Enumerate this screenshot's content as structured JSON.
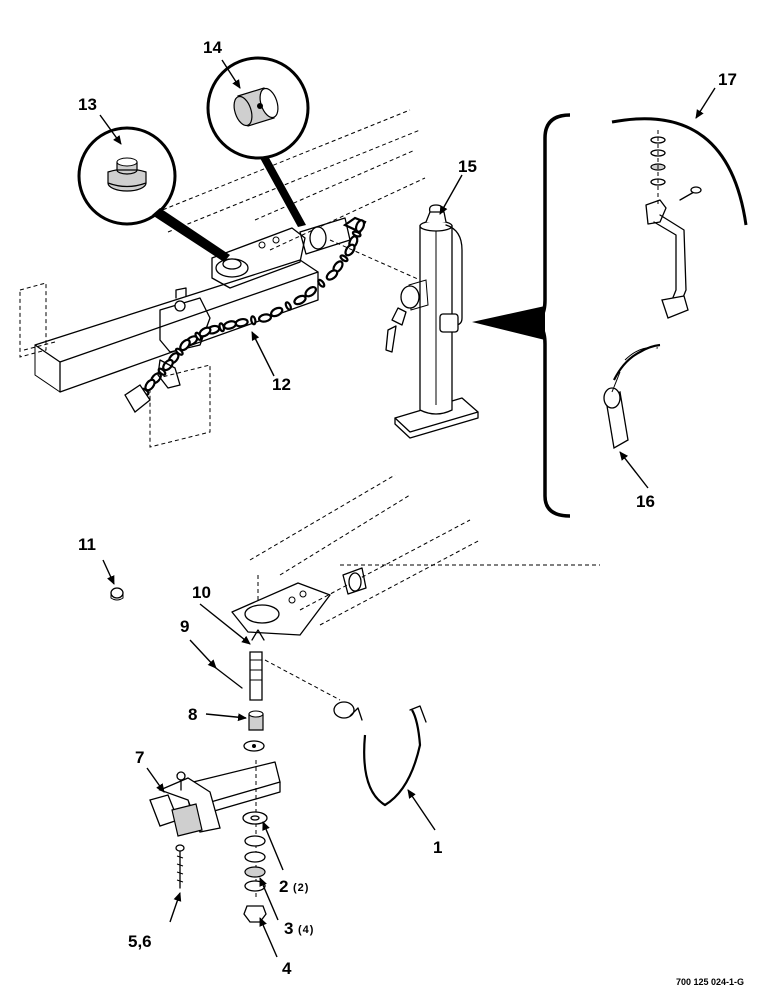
{
  "callouts": {
    "c1": "1",
    "c2": "2",
    "c2_qty": "(2)",
    "c3": "3",
    "c3_qty": "(4)",
    "c4": "4",
    "c56": "5,6",
    "c7": "7",
    "c8": "8",
    "c9": "9",
    "c10": "10",
    "c11": "11",
    "c12": "12",
    "c13": "13",
    "c14": "14",
    "c15": "15",
    "c16": "16",
    "c17": "17"
  },
  "figure_id": "700 125 024-1-G"
}
